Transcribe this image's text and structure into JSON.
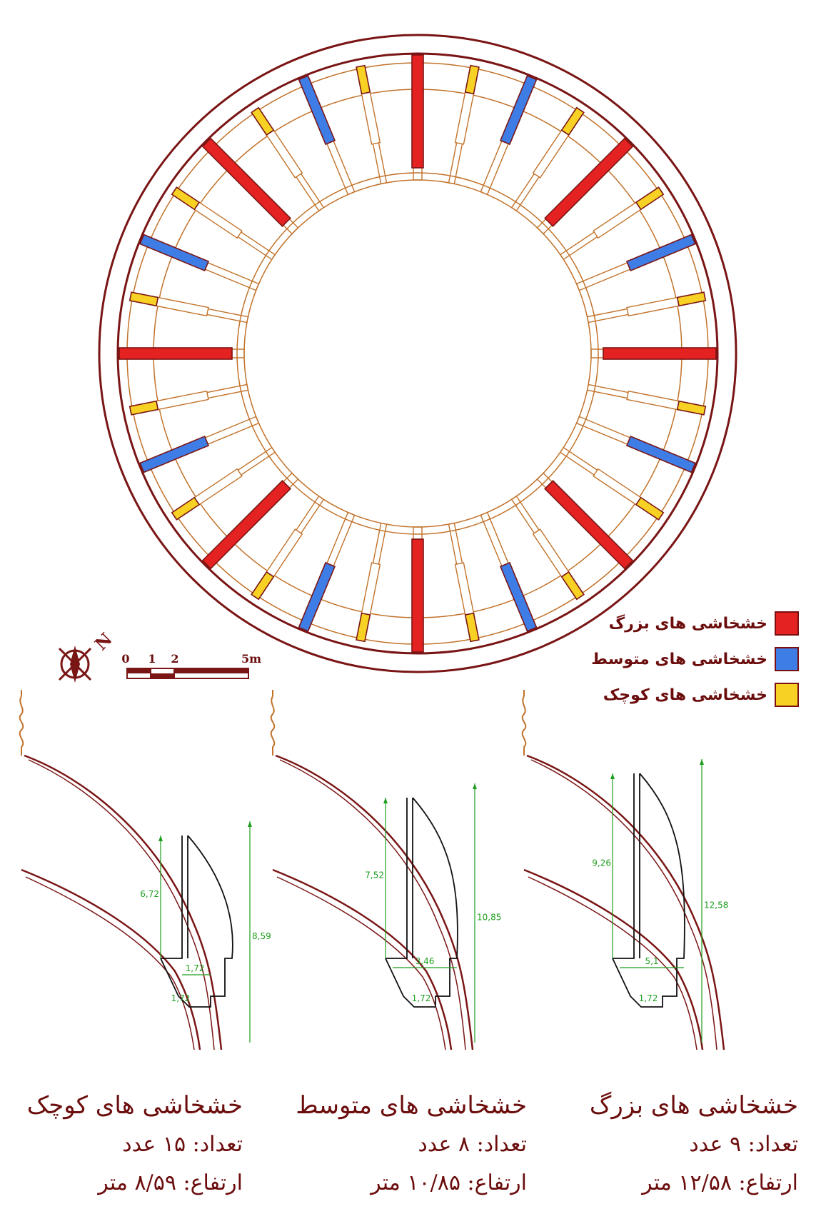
{
  "legend": [
    {
      "label": "خشخاشی های بزرگ",
      "color": "#e52222"
    },
    {
      "label": "خشخاشی های متوسط",
      "color": "#3f7de6"
    },
    {
      "label": "خشخاشی های کوچک",
      "color": "#f7d225"
    }
  ],
  "scale_bar": {
    "labels": [
      "0",
      "1",
      "2",
      "5m"
    ]
  },
  "north_arrow": {
    "label": "N",
    "icon": "north-arrow-icon"
  },
  "colors": {
    "outline": "#7a1515",
    "inner": "#c2722a",
    "dim": "#1e9e1e"
  },
  "sections": [
    {
      "key": "small",
      "title": "خشخاشی های کوچک",
      "count": "تعداد: ۱۵ عدد",
      "height": "ارتفاع: ۸/۵۹ متر",
      "dims": {
        "inner_height": "6,72",
        "total_height": "8,59",
        "step_a": "1,72",
        "step_b": "1,72"
      }
    },
    {
      "key": "medium",
      "title": "خشخاشی های متوسط",
      "count": "تعداد: ۸ عدد",
      "height": "ارتفاع: ۱۰/۸۵ متر",
      "dims": {
        "inner_height": "7,52",
        "total_height": "10,85",
        "width": "3,46",
        "step": "1,72"
      }
    },
    {
      "key": "large",
      "title": "خشخاشی های بزرگ",
      "count": "تعداد: ۹ عدد",
      "height": "ارتفاع: ۱۲/۵۸ متر",
      "dims": {
        "inner_height": "9,26",
        "total_height": "12,58",
        "width": "5,1",
        "step": "1,72"
      }
    }
  ]
}
